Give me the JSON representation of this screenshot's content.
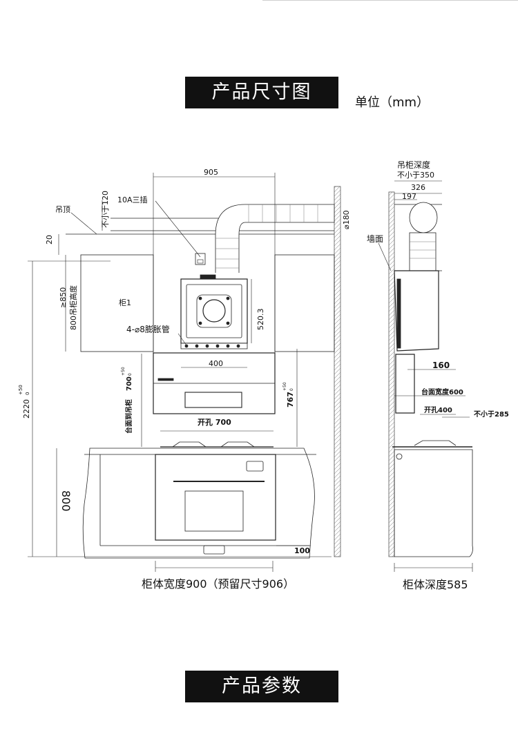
{
  "header": {
    "title": "产品尺寸图",
    "unit": "单位（mm）"
  },
  "footer": {
    "title": "产品参数"
  },
  "front_view": {
    "width_top": "905",
    "socket": "10A三插",
    "ceiling": "吊顶",
    "min_120": "不小于120",
    "gap_20": "20",
    "min_cab_850": "≥850",
    "cab_height": "800吊柜高度",
    "cabinet1": "柜1",
    "pipe_180": "⌀180",
    "dim_520": "520.3",
    "expansion": "4-⌀8膨胀管",
    "dim_400": "400",
    "total_2220": "2220",
    "tol_plus50": "+50",
    "tol_zero": "0",
    "counter_to_cab": "台面到吊柜",
    "dim_700": "700",
    "dim_767": "767",
    "cutout_700": "开孔 700",
    "dim_800": "800",
    "dim_100": "100",
    "caption": "柜体宽度900（预留尺寸906）"
  },
  "side_view": {
    "cab_depth": "吊柜深度",
    "min_350": "不小于350",
    "dim_326": "326",
    "dim_197": "197",
    "wall": "墙面",
    "dim_160": "160",
    "counter_width": "台面宽度600",
    "cutout_400": "开孔400",
    "min_285": "不小于285",
    "caption": "柜体深度585"
  }
}
